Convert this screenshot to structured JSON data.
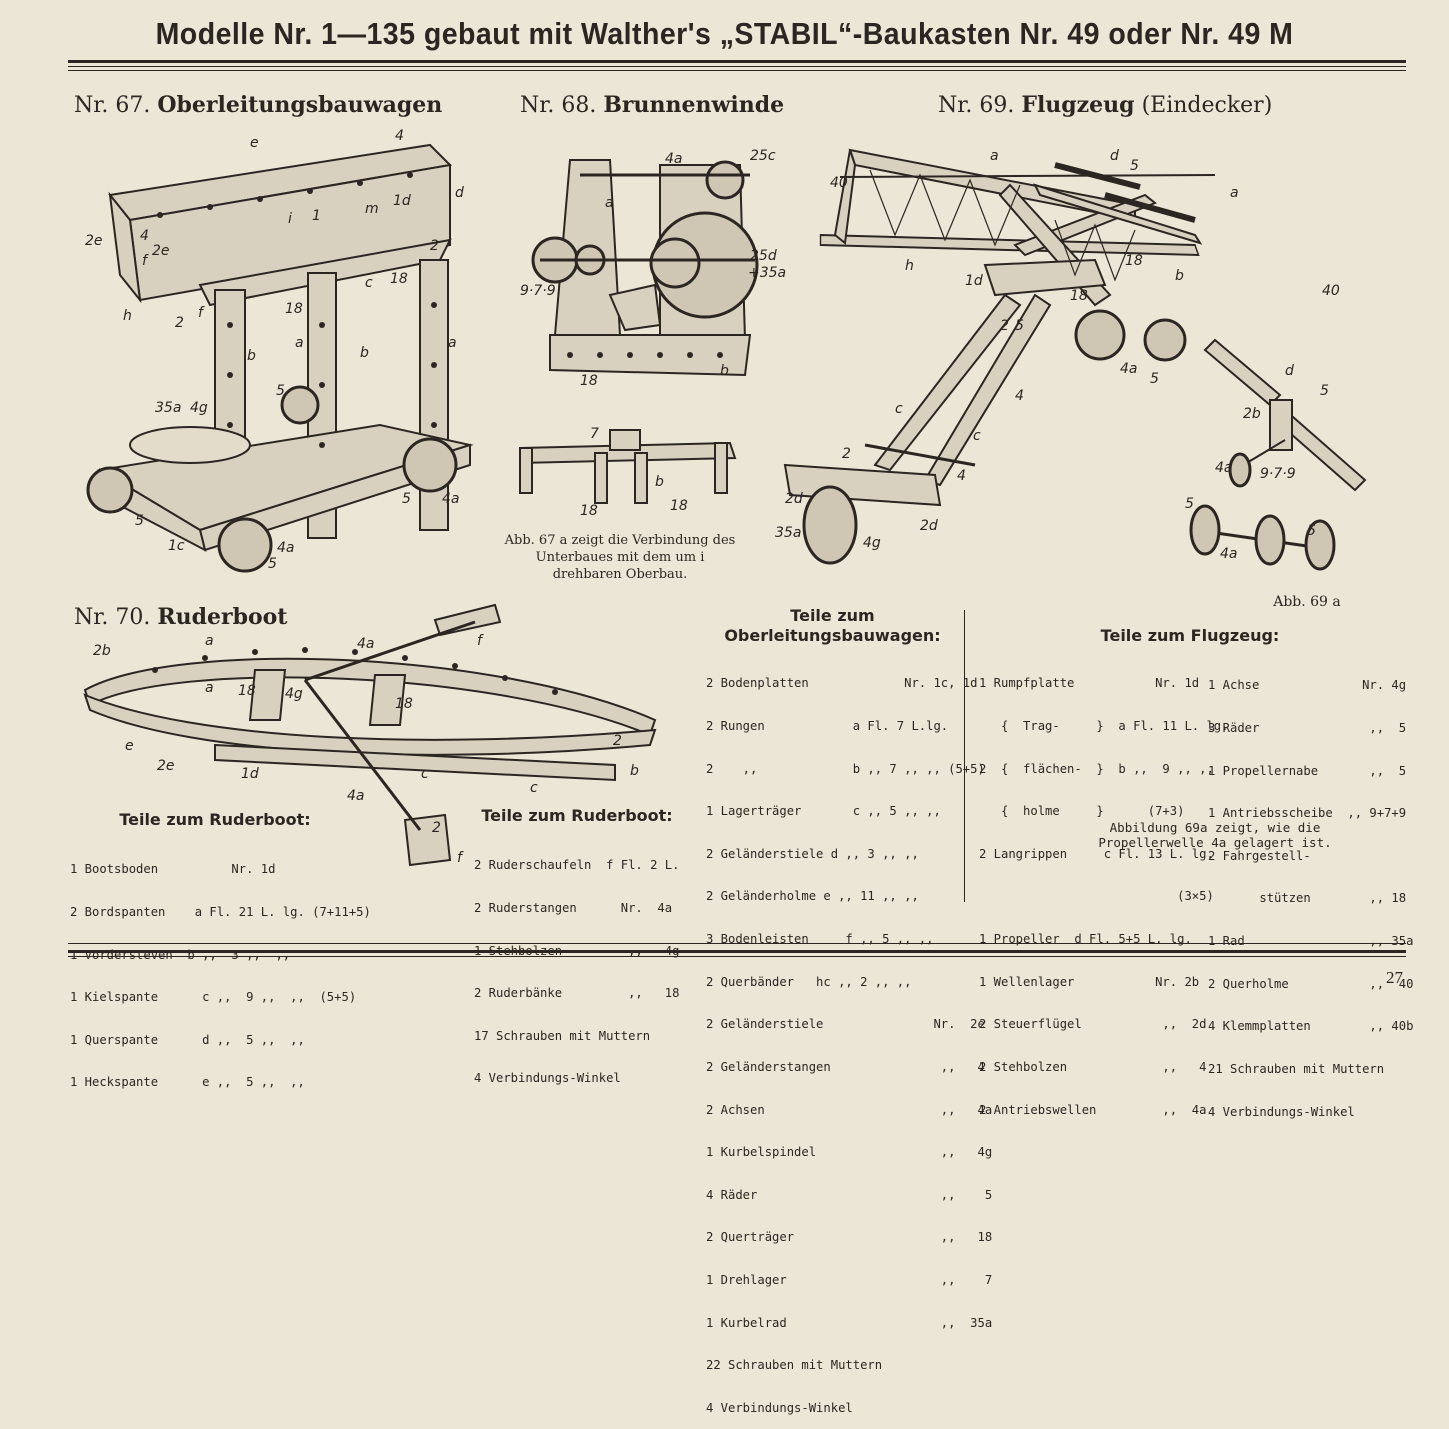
{
  "header": {
    "title": "Modelle Nr. 1—135 gebaut mit Walther's „STABIL“-Baukasten Nr. 49 oder Nr. 49 M"
  },
  "models": {
    "m67": {
      "number": "Nr. 67.",
      "name": "Oberleitungsbauwagen"
    },
    "m68": {
      "number": "Nr. 68.",
      "name": "Brunnenwinde"
    },
    "m69": {
      "number": "Nr. 69.",
      "name": "Flugzeug",
      "suffix": "(Eindecker)"
    },
    "m70": {
      "number": "Nr. 70.",
      "name": "Ruderboot"
    }
  },
  "captions": {
    "abb67a": "Abb. 67 a zeigt die Verbindung des Unterbaues mit dem um i drehbaren Oberbau.",
    "abb69a_label": "Abb. 69 a",
    "abb69a_note": "Abbildung 69a zeigt, wie die Propellerwelle 4a gelagert ist."
  },
  "parts": {
    "ruderboot1": {
      "title": "Teile zum Ruderboot:",
      "lines": [
        "1 Bootsboden          Nr. 1d",
        "2 Bordspanten    a Fl. 21 L. lg. (7+11+5)",
        "1 Vordersteven  b ,,  3 ,,  ,,",
        "1 Kielspante      c ,,  9 ,,  ,,  (5+5)",
        "1 Querspante      d ,,  5 ,,  ,,",
        "1 Heckspante      e ,,  5 ,,  ,,"
      ]
    },
    "ruderboot2": {
      "title": "Teile zum Ruderboot:",
      "lines": [
        "2 Ruderschaufeln  f Fl. 2 L.",
        "2 Ruderstangen      Nr.  4a",
        "1 Stehbolzen         ,,   4g",
        "2 Ruderbänke         ,,   18",
        "17 Schrauben mit Muttern",
        "4 Verbindungs-Winkel"
      ]
    },
    "oberleitung": {
      "title": "Teile zum Oberleitungsbauwagen:",
      "lines": [
        "2 Bodenplatten             Nr. 1c, 1d",
        "2 Rungen            a Fl. 7 L.lg.",
        "2    ,,             b ,, 7 ,, ,, (5+5)",
        "1 Lagerträger       c ,, 5 ,, ,,",
        "2 Geländerstiele d ,, 3 ,, ,,",
        "2 Geländerholme e ,, 11 ,, ,,",
        "3 Bodenleisten     f ,, 5 ,, ,,",
        "2 Querbänder   hc ,, 2 ,, ,,",
        "2 Geländerstiele               Nr.  2e",
        "2 Geländerstangen               ,,   4",
        "2 Achsen                        ,,   4a",
        "1 Kurbelspindel                 ,,   4g",
        "4 Räder                         ,,    5",
        "2 Querträger                    ,,   18",
        "1 Drehlager                     ,,    7",
        "1 Kurbelrad                     ,,  35a",
        "22 Schrauben mit Muttern",
        "4 Verbindungs-Winkel"
      ]
    },
    "flugzeug_left": {
      "lines": [
        "1 Rumpfplatte           Nr. 1d",
        "   {  Trag-     }  a Fl. 11 L. lg.",
        "2  {  flächen-  }  b ,,  9 ,, ,,",
        "   {  holme     }      (7+3)",
        "2 Langrippen     c Fl. 13 L. lg.",
        "                           (3×5)",
        "1 Propeller  d Fl. 5+5 L. lg.",
        "1 Wellenlager           Nr. 2b",
        "2 Steuerflügel           ,,  2d",
        "2 Stehbolzen             ,,   4",
        "2 Antriebswellen         ,,  4a"
      ]
    },
    "flugzeug_right": {
      "title": "Teile zum Flugzeug:",
      "lines": [
        "1 Achse              Nr. 4g",
        "3 Räder               ,,  5",
        "1 Propellernabe       ,,  5",
        "1 Antriebsscheibe  ,, 9+7+9",
        "2 Fahrgestell-",
        "       stützen        ,, 18",
        "1 Rad                 ,, 35a",
        "2 Querholme           ,,  40",
        "4 Klemmplatten        ,, 40b",
        "21 Schrauben mit Muttern",
        "4 Verbindungs-Winkel"
      ]
    }
  },
  "figure_labels": {
    "m67": [
      "e",
      "4",
      "d",
      "1d",
      "2e",
      "4",
      "f",
      "2e",
      "2",
      "h",
      "2",
      "f",
      "c",
      "18",
      "18",
      "a",
      "b",
      "b",
      "a",
      "5",
      "35a",
      "4g",
      "5",
      "1c",
      "4a",
      "5",
      "5",
      "4a",
      "1",
      "m",
      "i"
    ],
    "m68": [
      "4a",
      "25c",
      "a",
      "25d",
      "+35a",
      "9·7·9",
      "18",
      "b"
    ],
    "abb67a": [
      "7",
      "b",
      "18",
      "18"
    ],
    "m69": [
      "a",
      "d",
      "5",
      "40",
      "a",
      "h",
      "1d",
      "18",
      "b",
      "40",
      "2",
      "5",
      "18",
      "4a",
      "5",
      "4",
      "c",
      "c",
      "2",
      "4",
      "2d",
      "2d",
      "35a",
      "4g"
    ],
    "abb69a": [
      "d",
      "5",
      "2b",
      "4a",
      "9·7·9",
      "5",
      "5",
      "4a"
    ],
    "m70": [
      "2b",
      "a",
      "4a",
      "f",
      "a",
      "18",
      "4g",
      "18",
      "e",
      "2e",
      "1d",
      "c",
      "c",
      "2",
      "b",
      "4a",
      "2",
      "f"
    ]
  },
  "page": {
    "number": "27"
  }
}
